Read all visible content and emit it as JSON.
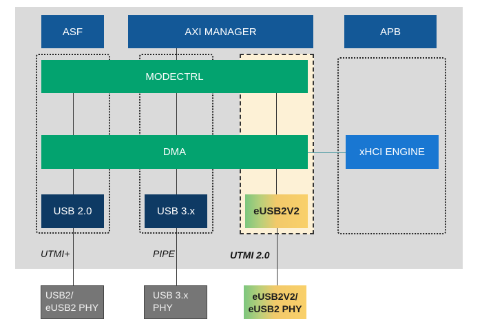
{
  "diagram": {
    "top_blocks": {
      "asf": "ASF",
      "axi_manager": "AXI MANAGER",
      "apb": "APB"
    },
    "buses": {
      "modectrl": "MODECTRL",
      "dma": "DMA"
    },
    "xhci_engine": "xHCI ENGINE",
    "controllers": {
      "usb2": "USB 2.0",
      "usb3": "USB 3.x",
      "eusb2v2": "eUSB2V2"
    },
    "interfaces": {
      "utmi_plus": "UTMI+",
      "pipe": "PIPE",
      "utmi20": "UTMI 2.0"
    },
    "phys": {
      "usb2_line1": "USB2/",
      "usb2_line2": "eUSB2 PHY",
      "usb3_line1": "USB 3.x",
      "usb3_line2": "PHY",
      "eusb2v2_line1": "eUSB2V2/",
      "eusb2v2_line2": "eUSB2 PHY"
    },
    "colors": {
      "top_block_blue": "#135897",
      "bus_green": "#03a36f",
      "controller_navy": "#0e3a64",
      "xhci_blue": "#1977d2",
      "phy_gray": "#767676",
      "highlight_yellow": "#fdf1d6",
      "background_gray": "#dadada"
    }
  }
}
